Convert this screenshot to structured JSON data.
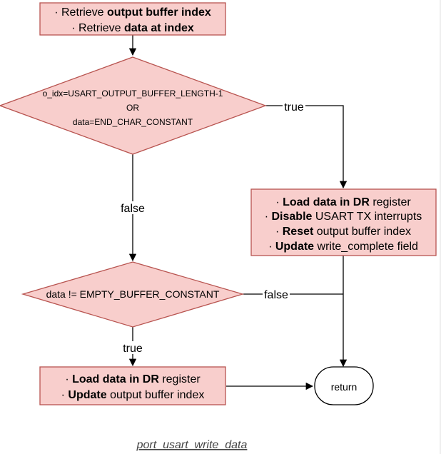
{
  "colors": {
    "node_fill": "#f8cecc",
    "node_stroke": "#b85450",
    "edge": "#000000",
    "text": "#000000"
  },
  "nodes": {
    "retrieve": {
      "line1": {
        "prefix": "· Retrieve ",
        "bold": "output buffer index"
      },
      "line2": {
        "prefix": "· Retrieve ",
        "bold": "data at index"
      }
    },
    "check_end": {
      "line1": "o_idx=USART_OUTPUT_BUFFER_LENGTH-1",
      "line2": "OR",
      "line3": "data=END_CHAR_CONSTANT"
    },
    "load_disable": {
      "line1": {
        "prefix": "· ",
        "bold": "Load data in DR",
        "suffix": " register"
      },
      "line2": {
        "prefix": "· ",
        "bold": "Disable",
        "suffix": " USART TX interrupts"
      },
      "line3": {
        "prefix": "· ",
        "bold": "Reset",
        "suffix": " output buffer index"
      },
      "line4": {
        "prefix": "· ",
        "bold": "Update",
        "suffix": " write_complete field"
      }
    },
    "check_empty": {
      "text": "data != EMPTY_BUFFER_CONSTANT"
    },
    "load_update": {
      "line1": {
        "prefix": "· ",
        "bold": "Load data in DR",
        "suffix": " register"
      },
      "line2": {
        "prefix": "· ",
        "bold": "Update",
        "suffix": " output buffer index"
      }
    },
    "return": {
      "text": "return"
    }
  },
  "edges": {
    "true_1": "true",
    "false_1": "false",
    "false_2": "false",
    "true_2": "true"
  },
  "caption": "port_usart_write_data"
}
